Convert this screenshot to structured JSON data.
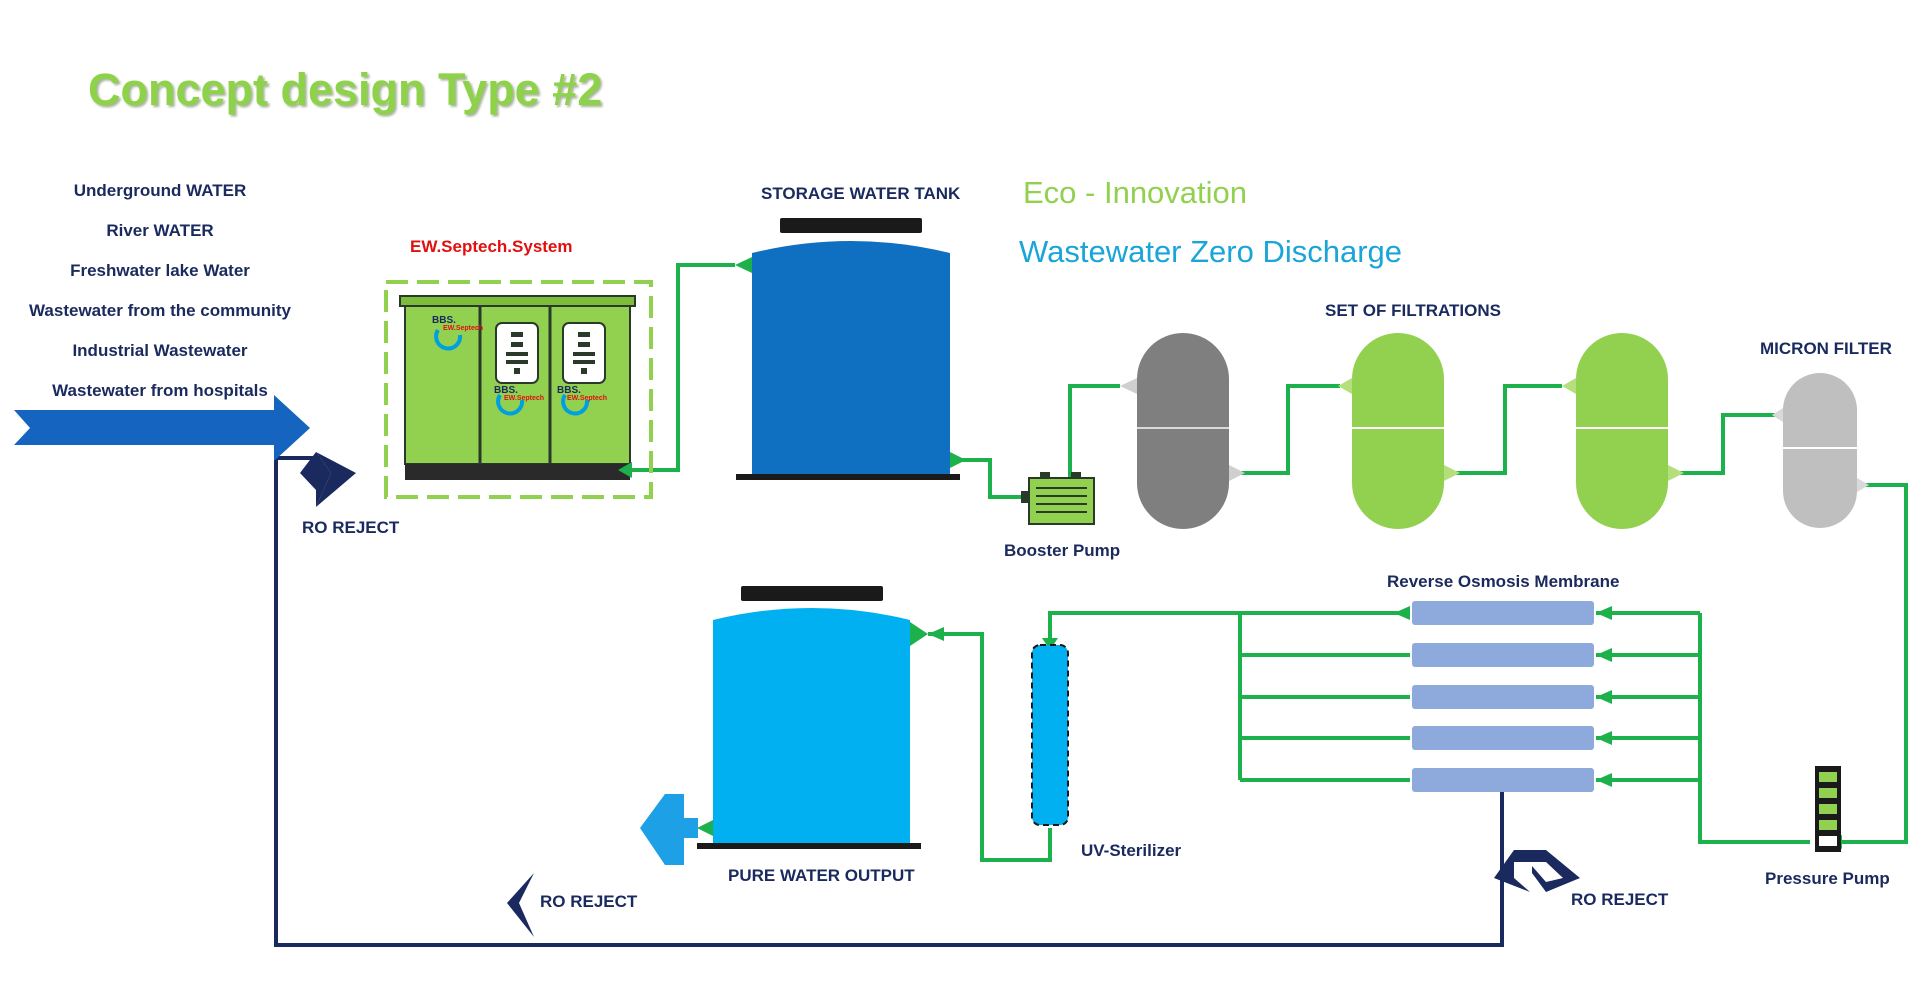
{
  "title": "Concept design Type #2",
  "taglines": {
    "eco": "Eco - Innovation",
    "zero_discharge": "Wastewater Zero Discharge"
  },
  "sources": [
    "Underground WATER",
    "River WATER",
    "Freshwater lake Water",
    "Wastewater from the community",
    "Industrial Wastewater",
    "Wastewater from hospitals"
  ],
  "labels": {
    "septech_system": "EW.Septech.System",
    "storage_tank": "STORAGE WATER TANK",
    "booster_pump": "Booster Pump",
    "set_of_filtrations": "SET OF FILTRATIONS",
    "micron_filter": "MICRON FILTER",
    "reverse_osmosis": "Reverse Osmosis Membrane",
    "pressure_pump": "Pressure Pump",
    "uv_sterilizer": "UV-Sterilizer",
    "pure_water_output": "PURE WATER OUTPUT",
    "ro_reject": "RO REJECT"
  },
  "cabinet_text": {
    "brand": "BBS.",
    "sub": "EW.Septech"
  },
  "colors": {
    "title_green": "#8ed24a",
    "pipe_green": "#1cb14a",
    "reject_navy": "#1a2a5e",
    "storage_tank": "#0f6fc0",
    "pure_tank": "#00b0f0",
    "filter_grey": "#7f7f7f",
    "filter_green": "#92d050",
    "micron_grey": "#bfbfbf",
    "membrane_blue": "#8ea9db",
    "septech_red": "#e01010",
    "eco_green": "#92d050",
    "zero_blue": "#1aa5d8"
  }
}
